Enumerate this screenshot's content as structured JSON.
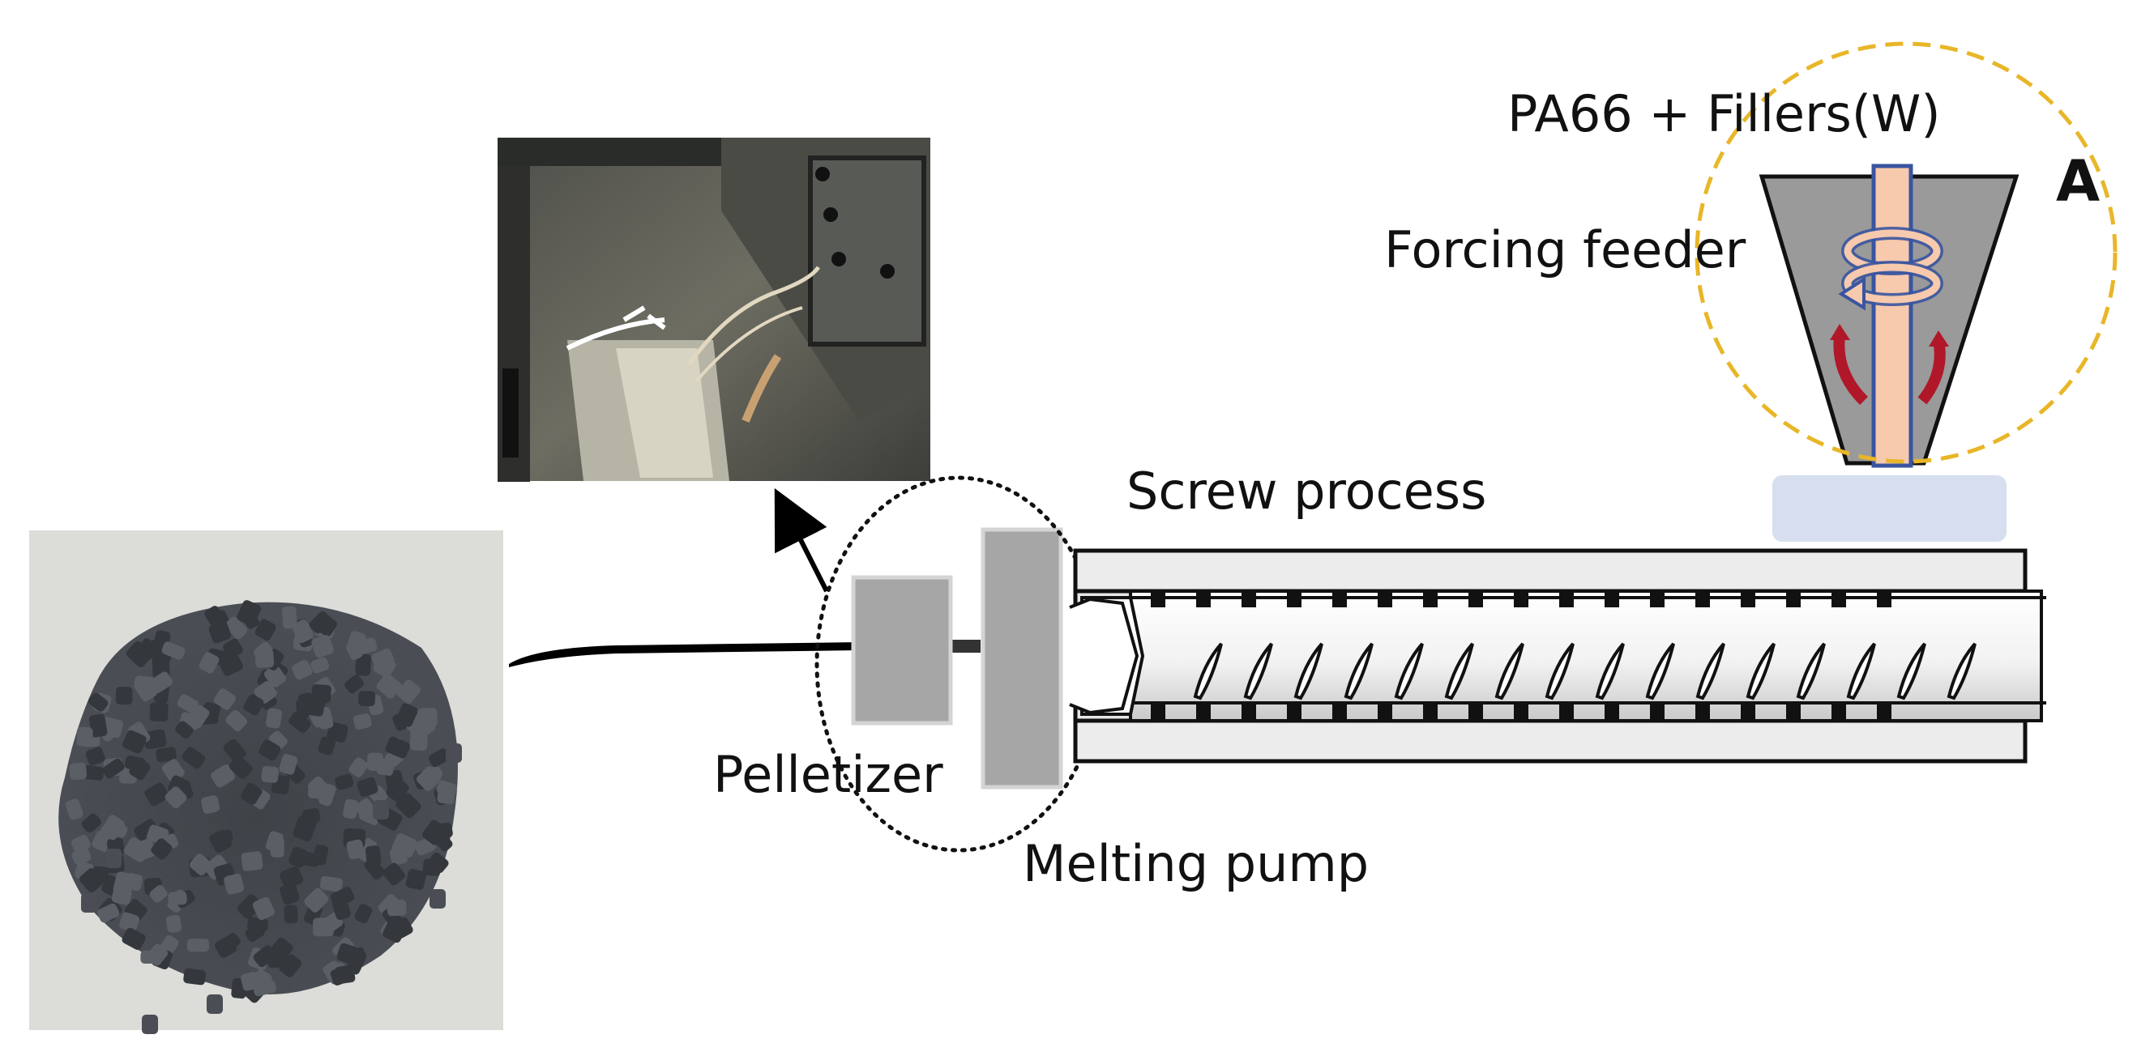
{
  "labels": {
    "material": "PA66 + Fillers(W)",
    "marker": "A",
    "forcing_feeder": "Forcing feeder",
    "screw_process": "Screw process",
    "pelletizer": "Pelletizer",
    "melting_pump": "Melting pump"
  },
  "colors": {
    "feeder_gray": "#9a9a9a",
    "shaft": "#f7c9ad",
    "shaft_outline": "#3a55a0",
    "detail_circle": "#e8b628",
    "red_arrow": "#b0182a",
    "hopper_pad": "#d6deef",
    "block_gray": "#a6a6a6",
    "pellet": "#4a4e54",
    "pellet_bg": "#dcdcd8"
  },
  "photos": {
    "pellets": "pellets-photo",
    "water_bath": "pelletizer-bath-photo"
  }
}
